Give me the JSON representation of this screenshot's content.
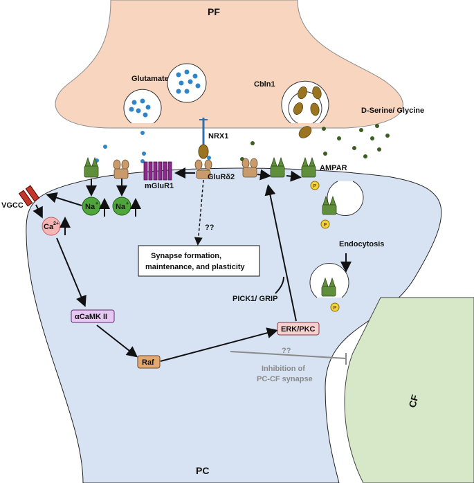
{
  "labels": {
    "pf": "PF",
    "pc": "PC",
    "cf": "CF",
    "glutamate": "Glutamate",
    "cbln1": "Cbln1",
    "dserine": "D-Serine/ Glycine",
    "nrx1": "NRX1",
    "glurd2": "GluRδ2",
    "mglur1": "mGluR1",
    "ampar": "AMPAR",
    "vgcc": "VGCC",
    "na": "Na",
    "na_sup": "+",
    "ca": "Ca",
    "ca_sup": "2+",
    "qq1": "??",
    "qq2": "??",
    "synapse_line1": "Synapse formation,",
    "synapse_line2": "maintenance, and plasticity",
    "endocytosis": "Endocytosis",
    "pick1": "PICK1/ GRIP",
    "camk": "αCaMK II",
    "raf": "Raf",
    "erk": "ERK/PKC",
    "inhibition_line1": "Inhibition of",
    "inhibition_line2": "PC-CF synapse",
    "p": "P"
  },
  "colors": {
    "pf_fill": "#f7d5bf",
    "pc_fill": "#d7e3f3",
    "cf_fill": "#d6e8c8",
    "glutamate_dot": "#2e86c8",
    "dserine_dot": "#3c5e1f",
    "cbln1": "#9a7420",
    "receptor_green": "#5f8f3a",
    "receptor_tan": "#c99a6b",
    "mglur1": "#8e2a8e",
    "na_ball": "#4ea53a",
    "ca_ball": "#f5b5b5",
    "camk_fill": "#e7c8f2",
    "raf_fill": "#e2a870",
    "erk_fill": "#f7cfcf",
    "p_fill": "#f4d33a"
  }
}
